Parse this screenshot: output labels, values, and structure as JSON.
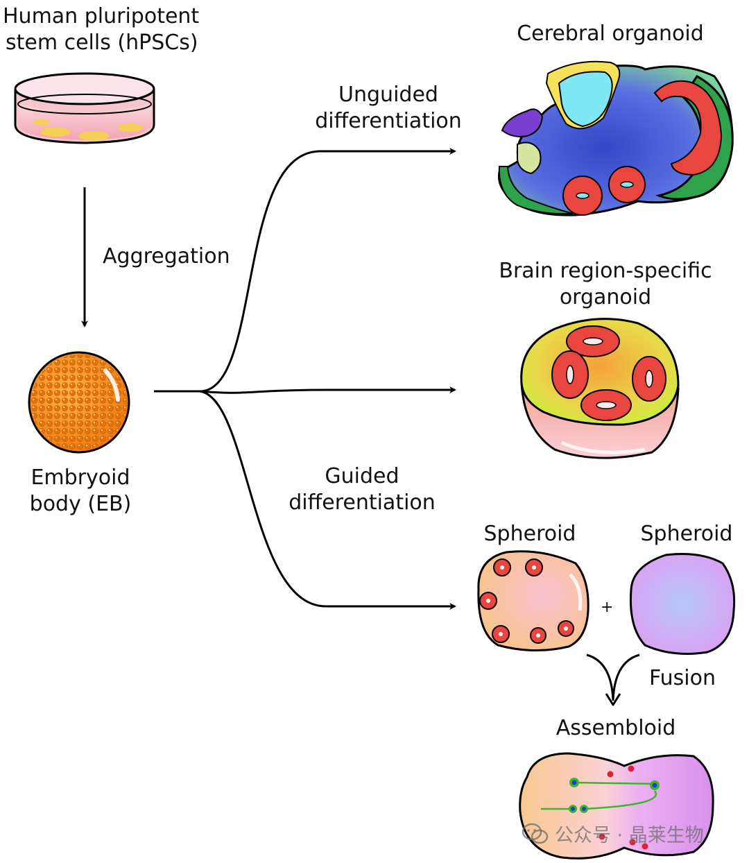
{
  "labels": {
    "hpsc_line1": "Human pluripotent",
    "hpsc_line2": "stem cells (hPSCs)",
    "aggregation": "Aggregation",
    "eb_line1": "Embryoid",
    "eb_line2": "body (EB)",
    "unguided_line1": "Unguided",
    "unguided_line2": "differentiation",
    "guided_line1": "Guided",
    "guided_line2": "differentiation",
    "cerebral": "Cerebral organoid",
    "brain_line1": "Brain region-specific",
    "brain_line2": "organoid",
    "spheroid_left": "Spheroid",
    "spheroid_right": "Spheroid",
    "plus": "+",
    "fusion": "Fusion",
    "assembloid": "Assembloid"
  },
  "watermark": {
    "text": "公众号 · 晶莱生物",
    "icon": "wechat-icon"
  },
  "colors": {
    "arrow": "#000000",
    "rosette_red": "#e8463f",
    "cerebral_blue": "#4a5fd6",
    "cerebral_green": "#2e9e4a",
    "cerebral_cyan": "#7fe8f2",
    "brain_yellow": "#d9ee3a",
    "brain_orange": "#f4b63a",
    "brain_pink": "#f6a6a0",
    "spheroid_left_fill": "#f9c89a",
    "spheroid_right_fill": "#d8a4f2",
    "eb_orange": "#f7941d",
    "dish_pink": "#f7b8c4",
    "neuron_green": "#3fb52a",
    "neuron_blue": "#1f3fd8",
    "interneuron_red": "#e0203a"
  }
}
